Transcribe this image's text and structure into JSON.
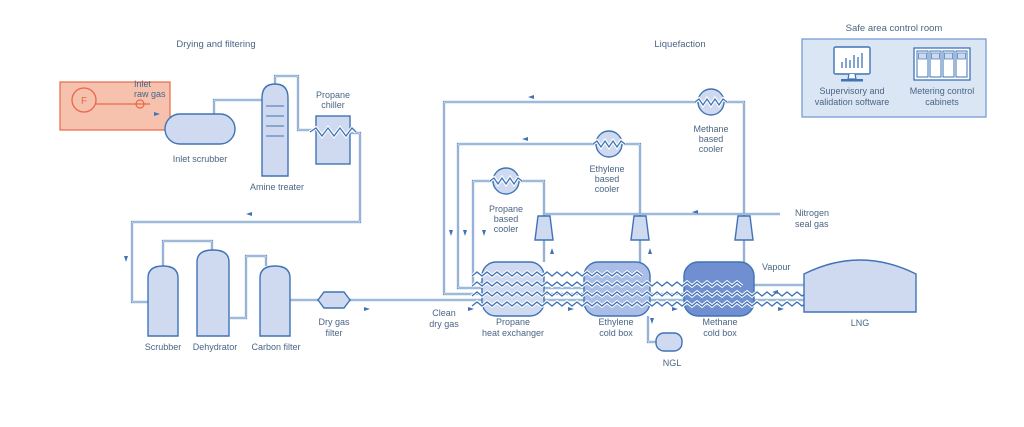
{
  "sections": {
    "drying": "Drying and filtering",
    "liquefaction": "Liquefaction",
    "control_room": "Safe area control room"
  },
  "inlet": {
    "meter_symbol": "F",
    "label_line1": "Inlet",
    "label_line2": "raw gas"
  },
  "equipment": {
    "inlet_scrubber": "Inlet scrubber",
    "amine_treater": "Amine treater",
    "propane_chiller_1": "Propane",
    "propane_chiller_2": "chiller",
    "scrubber": "Scrubber",
    "dehydrator": "Dehydrator",
    "carbon_filter": "Carbon filter",
    "dry_gas_filter_1": "Dry gas",
    "dry_gas_filter_2": "filter",
    "clean_dry_gas_1": "Clean",
    "clean_dry_gas_2": "dry gas",
    "propane_hx_1": "Propane",
    "propane_hx_2": "heat exchanger",
    "ethylene_box_1": "Ethylene",
    "ethylene_box_2": "cold box",
    "methane_box_1": "Methane",
    "methane_box_2": "cold box",
    "ngl": "NGL",
    "lng": "LNG",
    "vapour": "Vapour",
    "nitrogen_1": "Nitrogen",
    "nitrogen_2": "seal gas",
    "propane_cooler_1": "Propane",
    "propane_cooler_2": "based",
    "propane_cooler_3": "cooler",
    "ethylene_cooler_1": "Ethylene",
    "ethylene_cooler_2": "based",
    "ethylene_cooler_3": "cooler",
    "methane_cooler_1": "Methane",
    "methane_cooler_2": "based",
    "methane_cooler_3": "cooler"
  },
  "control": {
    "software_1": "Supervisory and",
    "software_2": "validation software",
    "cabinets_1": "Metering control",
    "cabinets_2": "cabinets"
  },
  "colors": {
    "pipe": "#3f73b5",
    "vessel_fill": "#cfdaf0",
    "inlet_fill": "#f6c1ad",
    "inlet_stroke": "#e8684a",
    "control_fill": "#dbe6f5"
  }
}
